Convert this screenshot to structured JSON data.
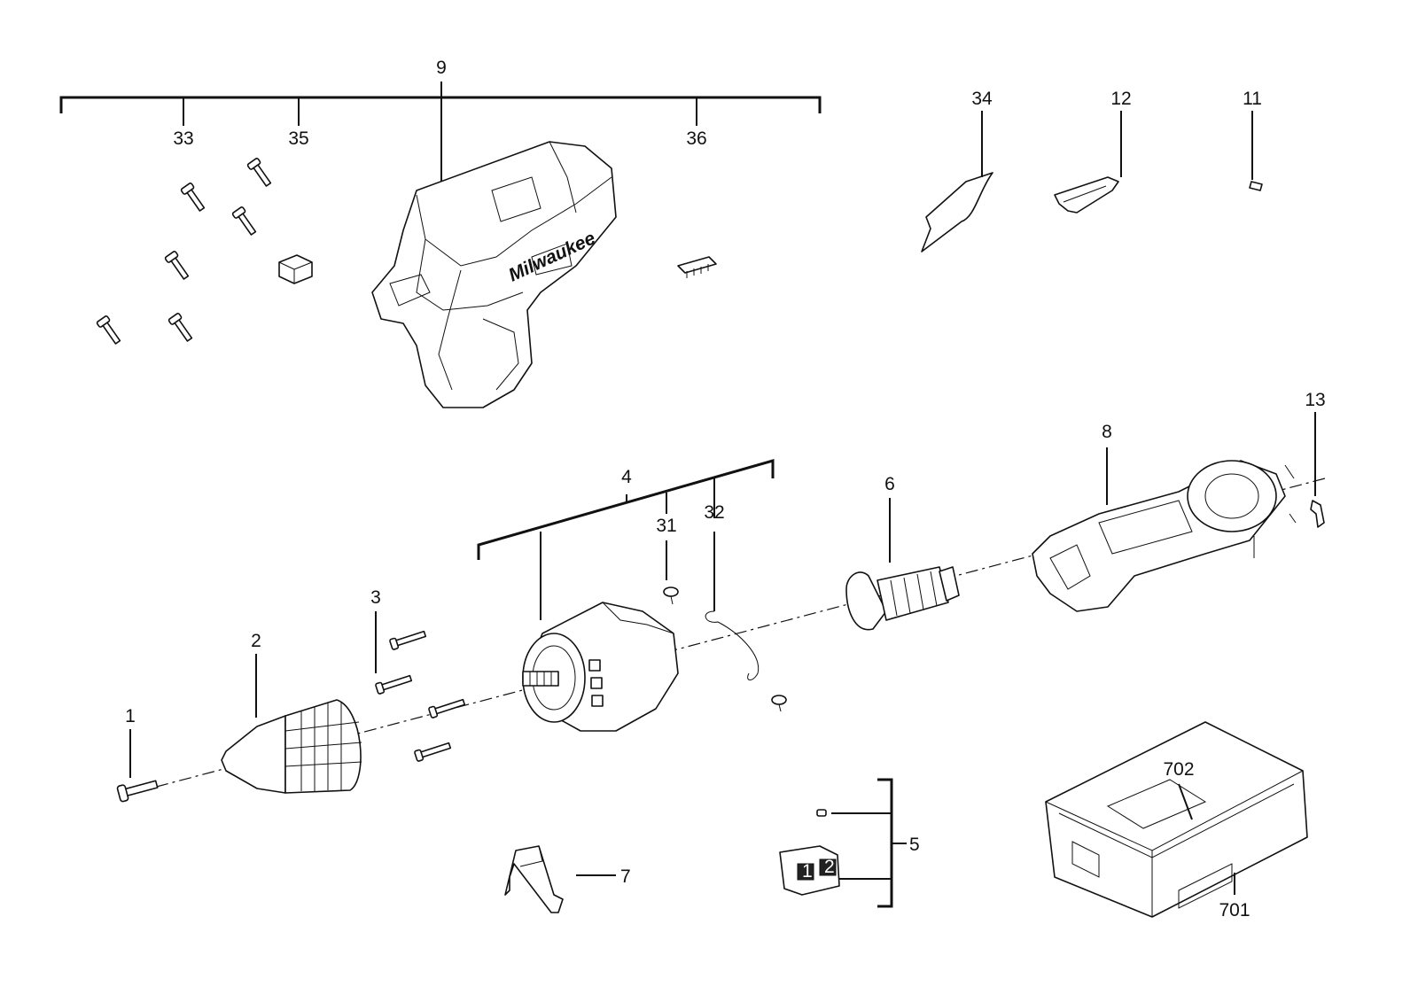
{
  "diagram": {
    "callouts": {
      "c1": "1",
      "c2": "2",
      "c3": "3",
      "c4": "4",
      "c5": "5",
      "c6": "6",
      "c7": "7",
      "c8": "8",
      "c9": "9",
      "c11": "11",
      "c12": "12",
      "c13": "13",
      "c31": "31",
      "c32": "32",
      "c33": "33",
      "c34": "34",
      "c35": "35",
      "c36": "36",
      "c701": "701",
      "c702": "702"
    },
    "housing_logo_text": "Milwaukee",
    "gearbox_selector_marks": [
      "1",
      "2"
    ],
    "line_color": "#111111",
    "background_color": "#ffffff"
  }
}
